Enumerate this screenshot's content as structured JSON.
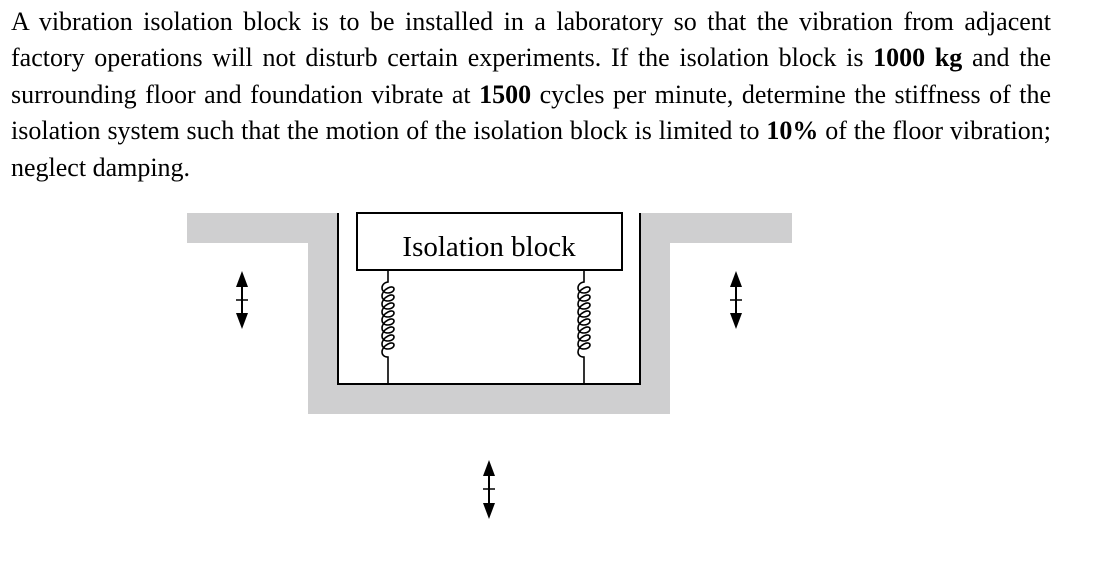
{
  "problem": {
    "part1": "A vibration isolation block is to be installed in a laboratory so that the vibration from adjacent factory operations will not disturb certain experiments. If the isolation block is ",
    "mass": "1000 kg",
    "part2": " and the surrounding floor and foundation vibrate at ",
    "frequency": "1500",
    "part3": " cycles per minute, determine the stiffness of the isolation system such that the motion of the isolation block is limited to ",
    "percent": "10%",
    "part4": " of the floor vibration; neglect damping."
  },
  "figure": {
    "block_label": "Isolation block",
    "floor_color": "#cfcfd0",
    "line_color": "#000000"
  }
}
